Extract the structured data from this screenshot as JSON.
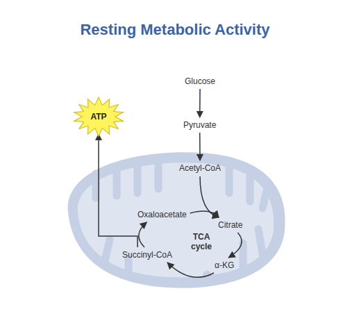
{
  "diagram": {
    "title": "Resting Metabolic Activity",
    "nodes": [
      {
        "text": [
          "ATP"
        ]
      },
      {
        "text": [
          "Glucose"
        ]
      },
      {
        "text": [
          "Pyruvate"
        ]
      },
      {
        "text": [
          "Acetyl-CoA"
        ]
      },
      {
        "text": [
          "Oxaloacetate"
        ]
      },
      {
        "text": [
          "Citrate"
        ]
      },
      {
        "text": [
          "Succinyl-CoA"
        ]
      },
      {
        "text": [
          "α-KG"
        ]
      }
    ],
    "edges": [
      {
        "from": 1,
        "to": 2,
        "arrow": "to"
      },
      {
        "from": 2,
        "to": 3,
        "arrow": "to"
      },
      {
        "from": 3,
        "to": 5,
        "arrow": "to"
      },
      {
        "from": 4,
        "to": 5,
        "arrow": "to"
      },
      {
        "from": 5,
        "to": 7,
        "arrow": "to"
      },
      {
        "from": 7,
        "to": 6,
        "arrow": "to"
      },
      {
        "from": 6,
        "to": 4,
        "arrow": "to"
      },
      {
        "from": 6,
        "to": 0,
        "arrow": "to"
      }
    ],
    "labels": [
      "TCA cycle"
    ]
  }
}
